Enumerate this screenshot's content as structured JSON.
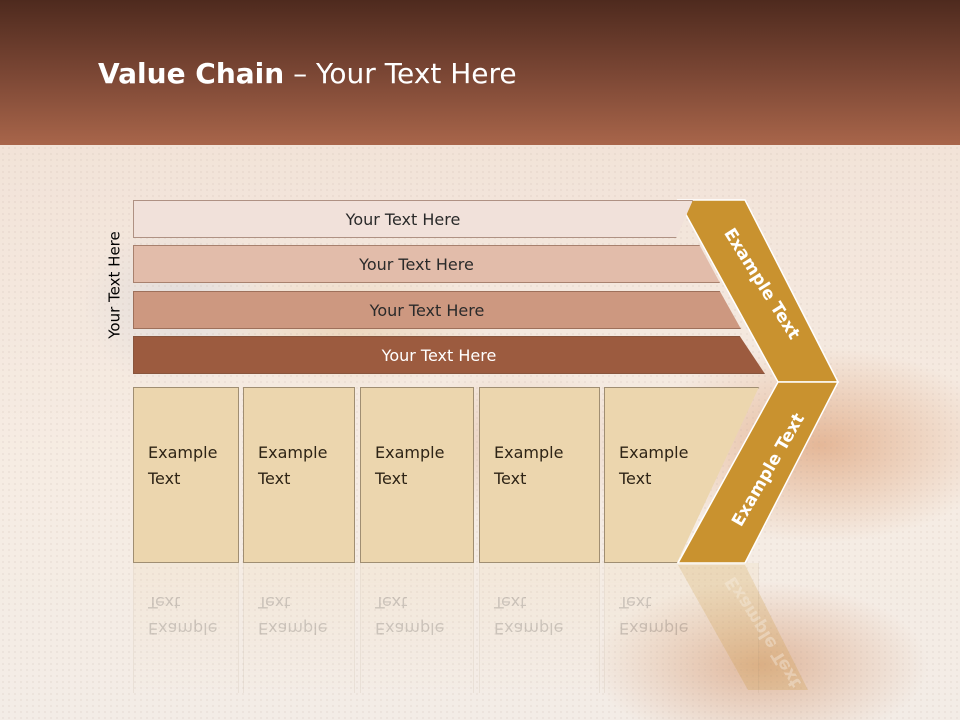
{
  "slide": {
    "title_bold": "Value Chain",
    "title_rest": " – Your Text Here",
    "side_label": "Your Text Here",
    "bands": [
      {
        "label": "Your Text Here",
        "color": "#f1e1da"
      },
      {
        "label": "Your Text Here",
        "color": "#e2bcaa"
      },
      {
        "label": "Your Text Here",
        "color": "#cd9880"
      },
      {
        "label": "Your Text Here",
        "color": "#9c5b3f"
      }
    ],
    "boxes": [
      {
        "line1": "Example",
        "line2": "Text"
      },
      {
        "line1": "Example",
        "line2": "Text"
      },
      {
        "line1": "Example",
        "line2": "Text"
      },
      {
        "line1": "Example",
        "line2": "Text"
      },
      {
        "line1": "Example",
        "line2": "Text"
      }
    ],
    "chevron_top_text": "Example Text",
    "chevron_bottom_text": "Example Text",
    "colors": {
      "header_dark": "#4e2a1e",
      "header_light": "#a8654a",
      "chevron": "#c9922f",
      "box_fill": "#ecd6ae"
    }
  }
}
